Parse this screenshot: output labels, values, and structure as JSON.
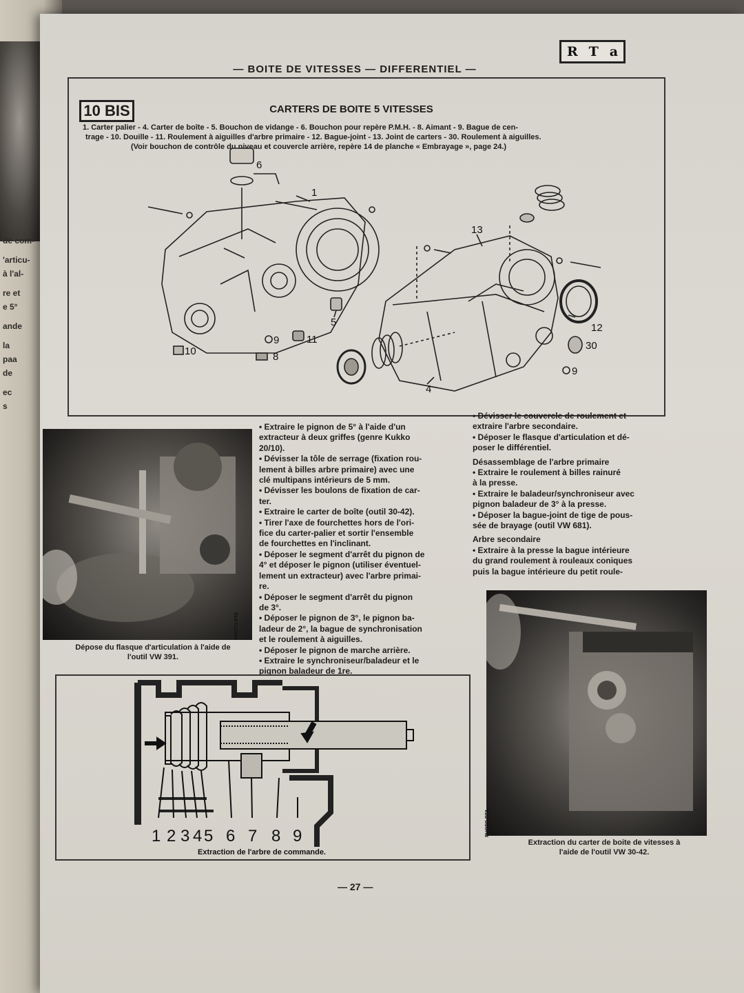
{
  "left_page": {
    "fragments": [
      "de com-",
      "'articu-",
      "à l'al-",
      "re et",
      "e 5°",
      "ande",
      "la",
      "paa",
      "de",
      "ec",
      "s"
    ]
  },
  "header": {
    "logo": [
      "R",
      "T",
      "a"
    ],
    "running_title": "— BOITE DE VITESSES — DIFFERENTIEL —"
  },
  "figure_10bis": {
    "badge": "10 BIS",
    "title": "CARTERS DE BOITE 5 VITESSES",
    "legend": [
      "1. Carter palier - 4. Carter de boîte - 5. Bouchon de vidange - 6. Bouchon pour repère P.M.H. - 8. Aimant - 9. Bague de cen-",
      "trage - 10. Douille - 11. Roulement à aiguilles d'arbre primaire - 12. Bague-joint - 13. Joint de carters - 30. Roulement à aiguilles.",
      "(Voir bouchon de contrôle du niveau et couvercle arrière, repère 14 de planche « Embrayage », page 24.)"
    ],
    "callouts": [
      "6",
      "1",
      "13",
      "5",
      "9",
      "11",
      "8",
      "10",
      "12",
      "30",
      "9",
      "4"
    ]
  },
  "photo_left": {
    "credit": "PHOTO RTA",
    "caption": [
      "Dépose du flasque d'articulation à l'aide de",
      "l'outil VW 391."
    ]
  },
  "column_middle": {
    "lines": [
      "• Extraire le pignon de 5° à l'aide d'un",
      "extracteur à deux griffes (genre Kukko",
      "20/10).",
      "• Dévisser la tôle de serrage (fixation rou-",
      "lement à billes arbre primaire) avec une",
      "clé multipans intérieurs de 5 mm.",
      "• Dévisser les boulons de fixation de car-",
      "ter.",
      "• Extraire le carter de boîte (outil 30-42).",
      "• Tirer l'axe de fourchettes hors de l'ori-",
      "fice du carter-palier et sortir l'ensemble",
      "de fourchettes en l'inclinant.",
      "• Déposer le segment d'arrêt du pignon de",
      "4° et déposer le pignon (utiliser éventuel-",
      "lement un extracteur) avec l'arbre primai-",
      "re.",
      "• Déposer le segment d'arrêt du pignon",
      "de 3°.",
      "• Déposer le pignon de 3°, le pignon ba-",
      "ladeur de 2°, la bague de synchronisation",
      "et le roulement à aiguilles.",
      "• Déposer le pignon de marche arrière.",
      "• Extraire le synchroniseur/baladeur et le",
      "pignon baladeur de 1re."
    ]
  },
  "column_right": {
    "intro": [
      "• Dévisser le couvercle de roulement et",
      "extraire l'arbre secondaire.",
      "• Déposer le flasque d'articulation et dé-",
      "poser le différentiel."
    ],
    "heading_primary": "Désassemblage de l'arbre primaire",
    "primary": [
      "• Extraire le roulement à billes rainuré",
      "à la presse.",
      "• Extraire le baladeur/synchroniseur avec",
      "pignon baladeur de 3° à la presse.",
      "• Déposer la bague-joint de tige de pous-",
      "sée de brayage (outil VW 681)."
    ],
    "heading_secondary": "Arbre secondaire",
    "secondary": [
      "• Extraire à la presse la bague intérieure",
      "du grand roulement à rouleaux coniques",
      "puis la bague intérieure du petit roule-"
    ]
  },
  "section_figure": {
    "numbers": [
      "1",
      "2",
      "3",
      "4",
      "5",
      "6",
      "7",
      "8",
      "9"
    ],
    "caption": "Extraction de l'arbre de commande."
  },
  "photo_right": {
    "credit": "PHOTO RTA",
    "caption": [
      "Extraction du carter de boite de vitesses à",
      "l'aide de l'outil VW 30-42."
    ]
  },
  "footer": {
    "page_number": "— 27 —"
  }
}
